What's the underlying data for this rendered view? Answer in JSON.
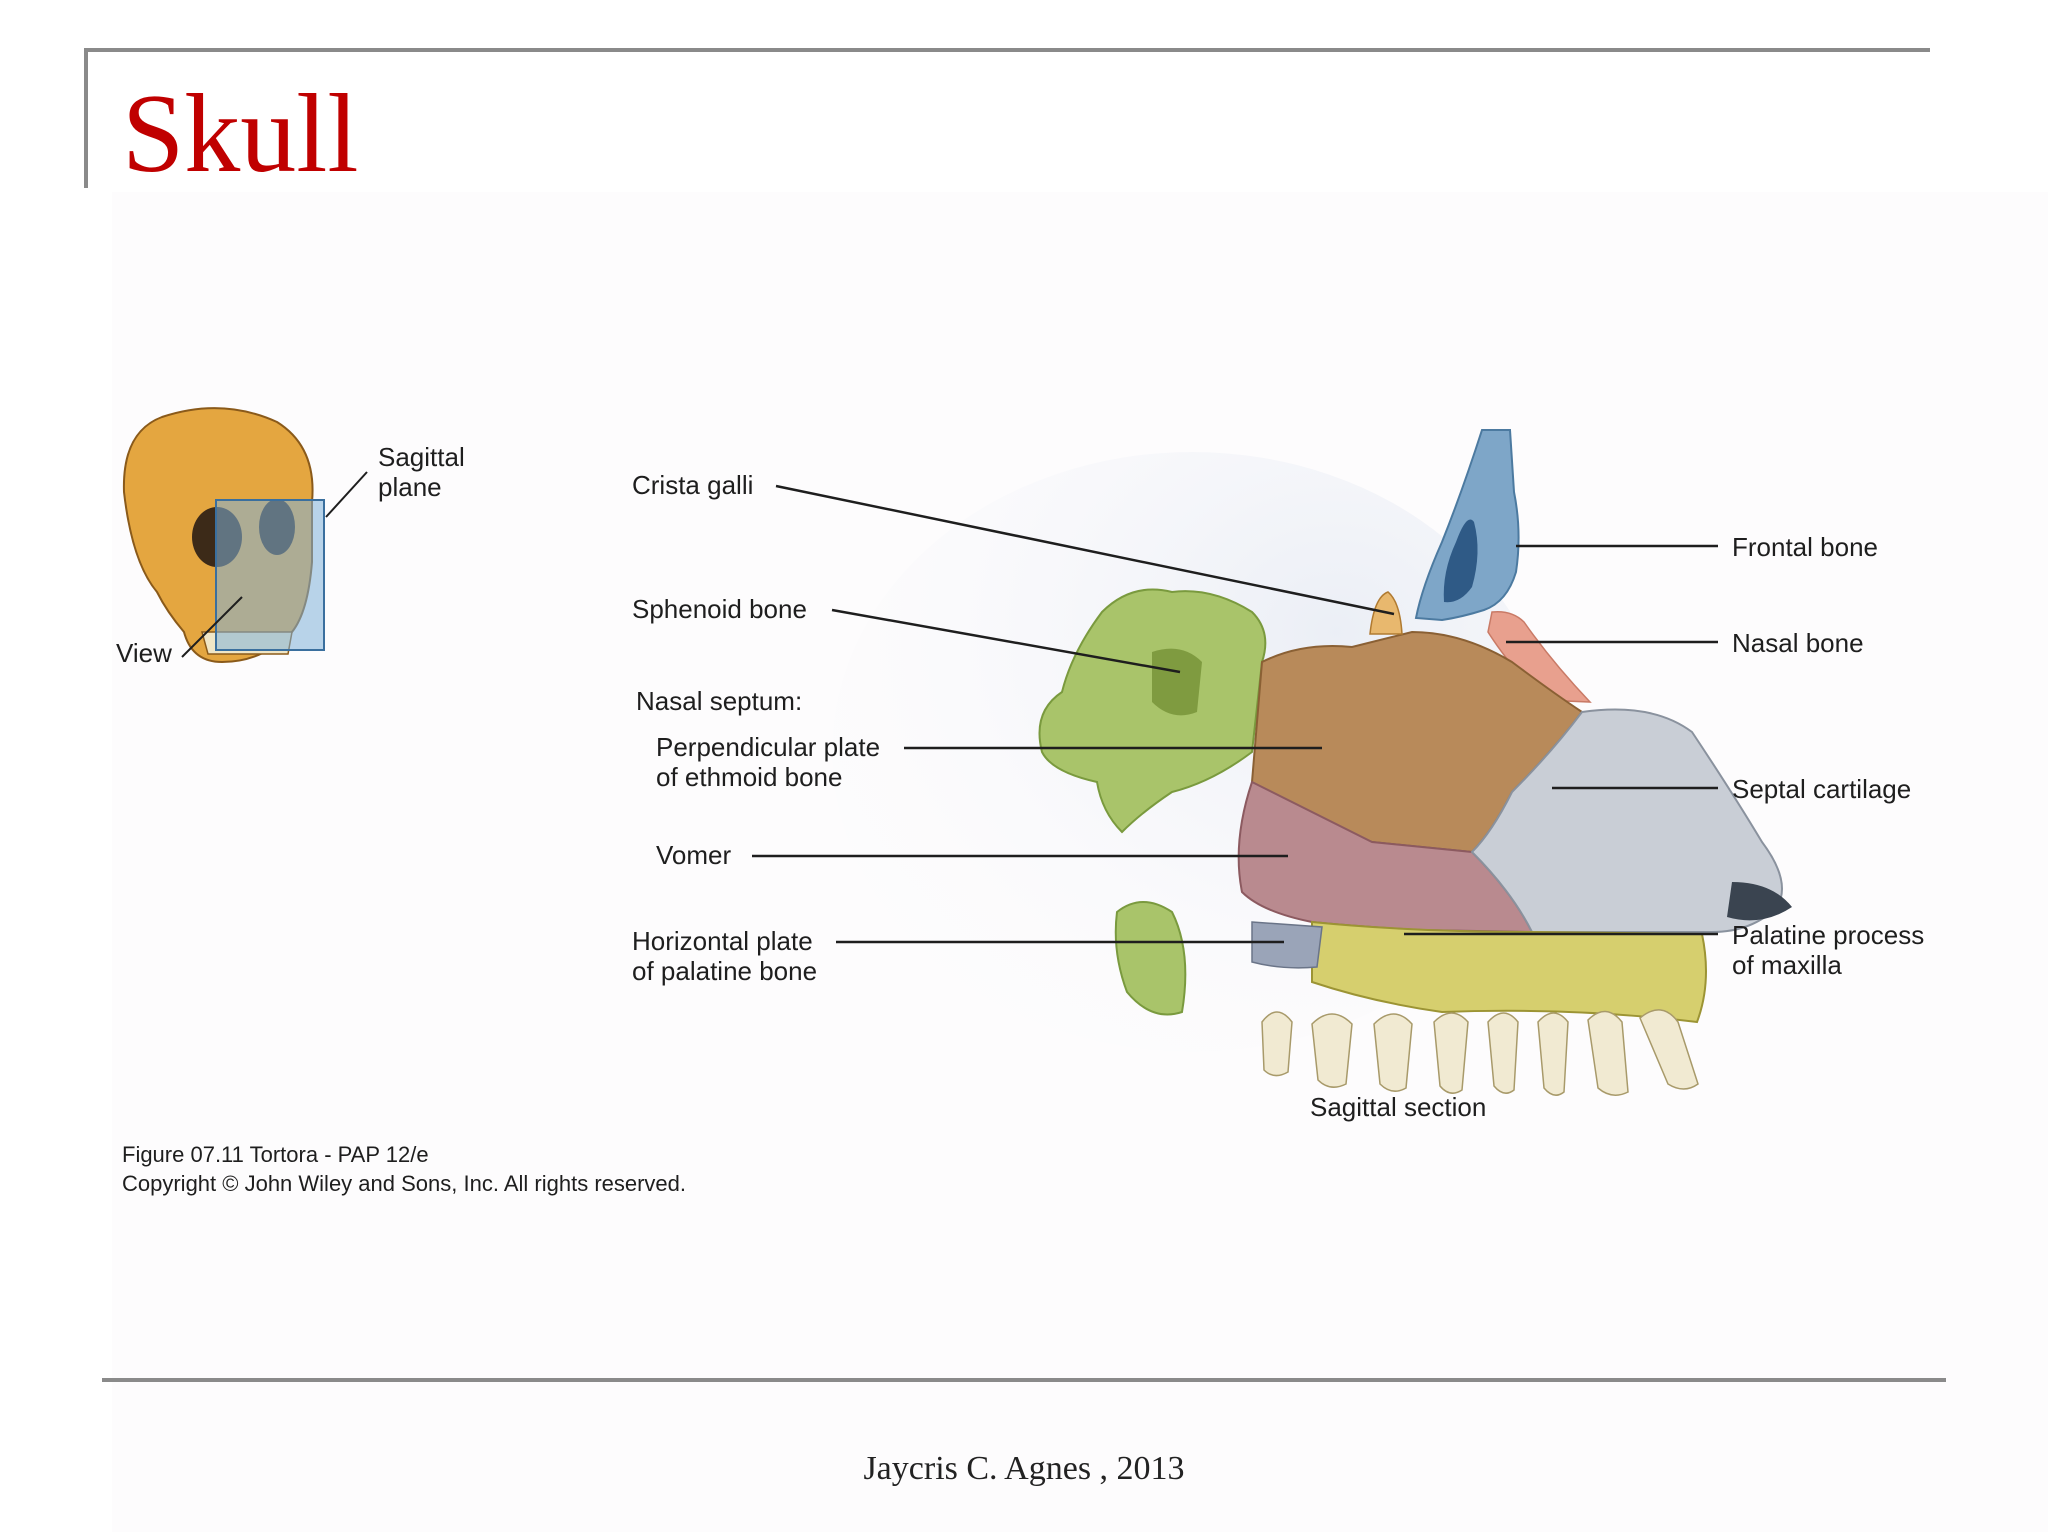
{
  "slide": {
    "title": "Skull",
    "footer": "Jaycris C. Agnes , 2013"
  },
  "figure": {
    "inset_labels": {
      "sagittal_plane_1": "Sagittal",
      "sagittal_plane_2": "plane",
      "view": "View"
    },
    "labels": {
      "crista_galli": "Crista galli",
      "sphenoid_bone": "Sphenoid bone",
      "nasal_septum": "Nasal septum:",
      "perpendicular_plate_1": "Perpendicular plate",
      "perpendicular_plate_2": "of ethmoid bone",
      "vomer": "Vomer",
      "horizontal_plate_1": "Horizontal plate",
      "horizontal_plate_2": "of palatine bone",
      "frontal_bone": "Frontal bone",
      "nasal_bone": "Nasal bone",
      "septal_cartilage": "Septal cartilage",
      "palatine_process_1": "Palatine process",
      "palatine_process_2": "of maxilla",
      "sagittal_section": "Sagittal section"
    },
    "caption": {
      "line1": "Figure 07.11  Tortora - PAP 12/e",
      "line2": "Copyright © John Wiley and Sons, Inc. All rights reserved."
    }
  },
  "colors": {
    "title": "#c00000",
    "ethmoid": "#b88a5a",
    "vomer": "#b98a8f",
    "sphenoid": "#a9c46a",
    "cartilage": "#c9ced6",
    "frontal": "#7ea6c8",
    "nasal": "#e8a08e",
    "maxilla": "#d6cf6e",
    "palatine": "#9aa4b8"
  }
}
